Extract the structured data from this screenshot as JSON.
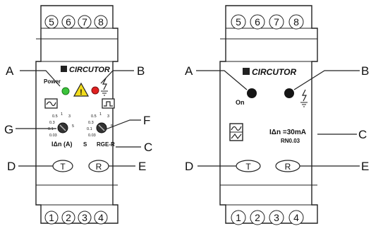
{
  "left_device": {
    "terminals_top": [
      "5",
      "6",
      "7",
      "8"
    ],
    "terminals_bottom": [
      "1",
      "2",
      "3",
      "4"
    ],
    "brand": "CIRCUTOR",
    "power_label": "Power",
    "dial_scale": [
      "0.5",
      "1",
      "3",
      "0.3",
      "5",
      "0.1",
      "0.03"
    ],
    "dial_left_label": "IΔn (A)",
    "dial_right_label": "S",
    "model": "RGE-R",
    "test_button": "T",
    "reset_button": "R",
    "callouts": [
      "A",
      "B",
      "G",
      "F",
      "C",
      "D",
      "E"
    ],
    "colors": {
      "power_led": "#3cc43c",
      "trip_led": "#e02020",
      "warning": "#f2dc1c"
    }
  },
  "right_device": {
    "terminals_top": [
      "5",
      "6",
      "7",
      "8"
    ],
    "terminals_bottom": [
      "1",
      "2",
      "3",
      "4"
    ],
    "brand": "CIRCUTOR",
    "on_label": "On",
    "sensitivity": "IΔn =30mA",
    "model": "RN0.03",
    "test_button": "T",
    "reset_button": "R",
    "callouts": [
      "A",
      "B",
      "C",
      "D",
      "E"
    ]
  }
}
